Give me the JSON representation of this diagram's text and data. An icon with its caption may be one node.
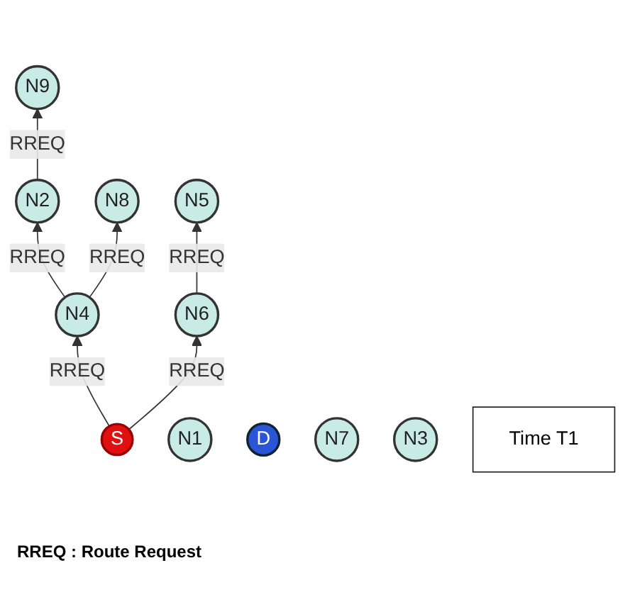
{
  "diagram": {
    "nodes": [
      {
        "text": [
          "N9"
        ]
      },
      {
        "text": [
          "N2"
        ]
      },
      {
        "text": [
          "N4"
        ]
      },
      {
        "text": [
          "N8"
        ]
      },
      {
        "text": [
          "S"
        ]
      },
      {
        "text": [
          "N6"
        ]
      },
      {
        "text": [
          "N5"
        ]
      },
      {
        "text": [
          "N1"
        ]
      },
      {
        "text": [
          "D"
        ]
      },
      {
        "text": [
          "N7"
        ]
      },
      {
        "text": [
          "N3"
        ]
      },
      {
        "text": [
          "Time T1"
        ]
      }
    ],
    "edges": [
      {
        "from": 4,
        "to": 2,
        "arrow": "to",
        "label": "RREQ"
      },
      {
        "from": 2,
        "to": 1,
        "arrow": "to",
        "label": "RREQ"
      },
      {
        "from": 1,
        "to": 0,
        "arrow": "to",
        "label": "RREQ"
      },
      {
        "from": 2,
        "to": 3,
        "arrow": "to",
        "label": "RREQ"
      },
      {
        "from": 4,
        "to": 5,
        "arrow": "to",
        "label": "RREQ"
      },
      {
        "from": 5,
        "to": 6,
        "arrow": "to",
        "label": "RREQ"
      }
    ],
    "labels": [
      "RREQ : Route Request"
    ]
  }
}
